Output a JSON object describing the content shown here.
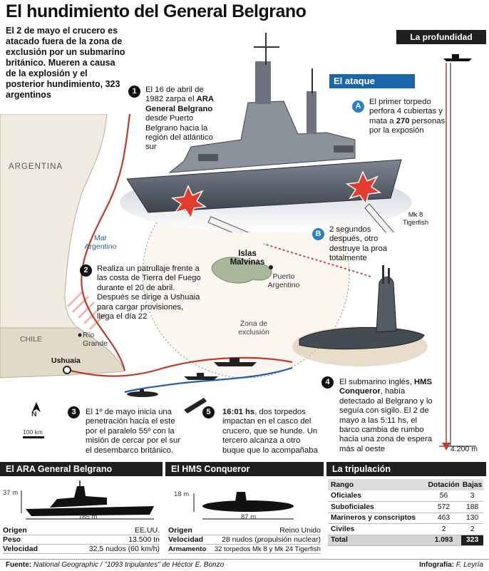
{
  "title": "El hundimiento del General Belgrano",
  "lead": "El 2 de mayo el crucero es atacado fuera de la zona de exclusión por un submarino británico. Mueren a causa de la explosión y el posterior hundimiento, 323 argentinos",
  "depth": {
    "header": "La profundidad",
    "value": "4.200 m"
  },
  "attack": {
    "header": "El ataque",
    "a": {
      "letter": "A",
      "text_pre": "El primer torpedo perfora 4 cubiertas y mata a ",
      "highlight": "270",
      "text_post": " personas por la exposión"
    },
    "b": {
      "letter": "B",
      "text": "2 segundos después, otro destruye la proa totalmente"
    },
    "torpedo_label": "Mk 8 Tigerfish"
  },
  "steps": [
    {
      "num": "1",
      "pre": "El 16 de abril de 1982 zarpa el ",
      "bold": "ARA General Belgrano",
      "post": " desde Puerto Belgrano hacia la región del atlántico sur"
    },
    {
      "num": "2",
      "pre": "Realiza un patrullaje frente a las costa de Tierra del Fuego durante el 20 de abril. Después se dirige a Ushuaia para cargar provisiones, llega el día 22",
      "bold": "",
      "post": ""
    },
    {
      "num": "3",
      "pre": "El 1º de mayo inicia una penetración hacia el este por el paralelo 55º con la misión de cercar por el sur el desembarco británico.",
      "bold": "",
      "post": ""
    },
    {
      "num": "4",
      "pre": "El submarino inglés, ",
      "bold": "HMS Conqueror",
      "post": ", había detectado al Belgrano y lo seguía con sigilo. El 2 de mayo a las 5:11 hs, el barco cambia de rumbo hacia una zona de espera más al oeste"
    },
    {
      "num": "5",
      "pre": "",
      "bold": "16:01 hs",
      "post": ", dos torpedos impactan en el casco del crucero, que se hunde. Un tercero alcanza a otro buque que lo acompañaba"
    }
  ],
  "map": {
    "argentina": "ARGENTINA",
    "chile": "CHILE",
    "mar": "Mar Argentino",
    "islas": "Islas Malvinas",
    "puerto": "Puerto Argentino",
    "zona": "Zona de exclusión",
    "ushuaia": "Ushuaia",
    "rio_grande": "Río Grande",
    "north": "N",
    "scale": "100 km"
  },
  "belgrano": {
    "header": "El ARA General Belgrano",
    "height": "37 m",
    "length": "185 m",
    "specs": [
      {
        "label": "Origen",
        "value": "EE.UU."
      },
      {
        "label": "Peso",
        "value": "13.500 tn"
      },
      {
        "label": "Velocidad",
        "value": "32,5 nudos (60 km/h)"
      }
    ]
  },
  "conqueror": {
    "header": "El HMS Conqueror",
    "height": "18 m",
    "length": "87 m",
    "specs": [
      {
        "label": "Origen",
        "value": "Reino Unido"
      },
      {
        "label": "Velocidad",
        "value": "28 nudos (propulsión nuclear)"
      },
      {
        "label": "Armamento",
        "value": "32 torpedos  Mk 8 y Mk 24 Tigerfish"
      }
    ]
  },
  "crew": {
    "header": "La tripulación",
    "columns": [
      "Rango",
      "Dotación",
      "Bajas"
    ],
    "rows": [
      [
        "Oficiales",
        "56",
        "3"
      ],
      [
        "Suboficiales",
        "572",
        "188"
      ],
      [
        "Marineros y conscriptos",
        "463",
        "130"
      ],
      [
        "Civiles",
        "2",
        "2"
      ]
    ],
    "total": [
      "Total",
      "1.093",
      "323"
    ]
  },
  "footer": {
    "source_label": "Fuente:",
    "source": "National Geographic / \"1093 tripulantes\" de Héctor E. Bonzo",
    "credit_label": "Infografía:",
    "credit": "F. Leyría"
  },
  "colors": {
    "accent": "#1a66a8",
    "route_red": "#c0392b",
    "route_blue": "#1f5fb0",
    "dark": "#1f1f1f"
  }
}
